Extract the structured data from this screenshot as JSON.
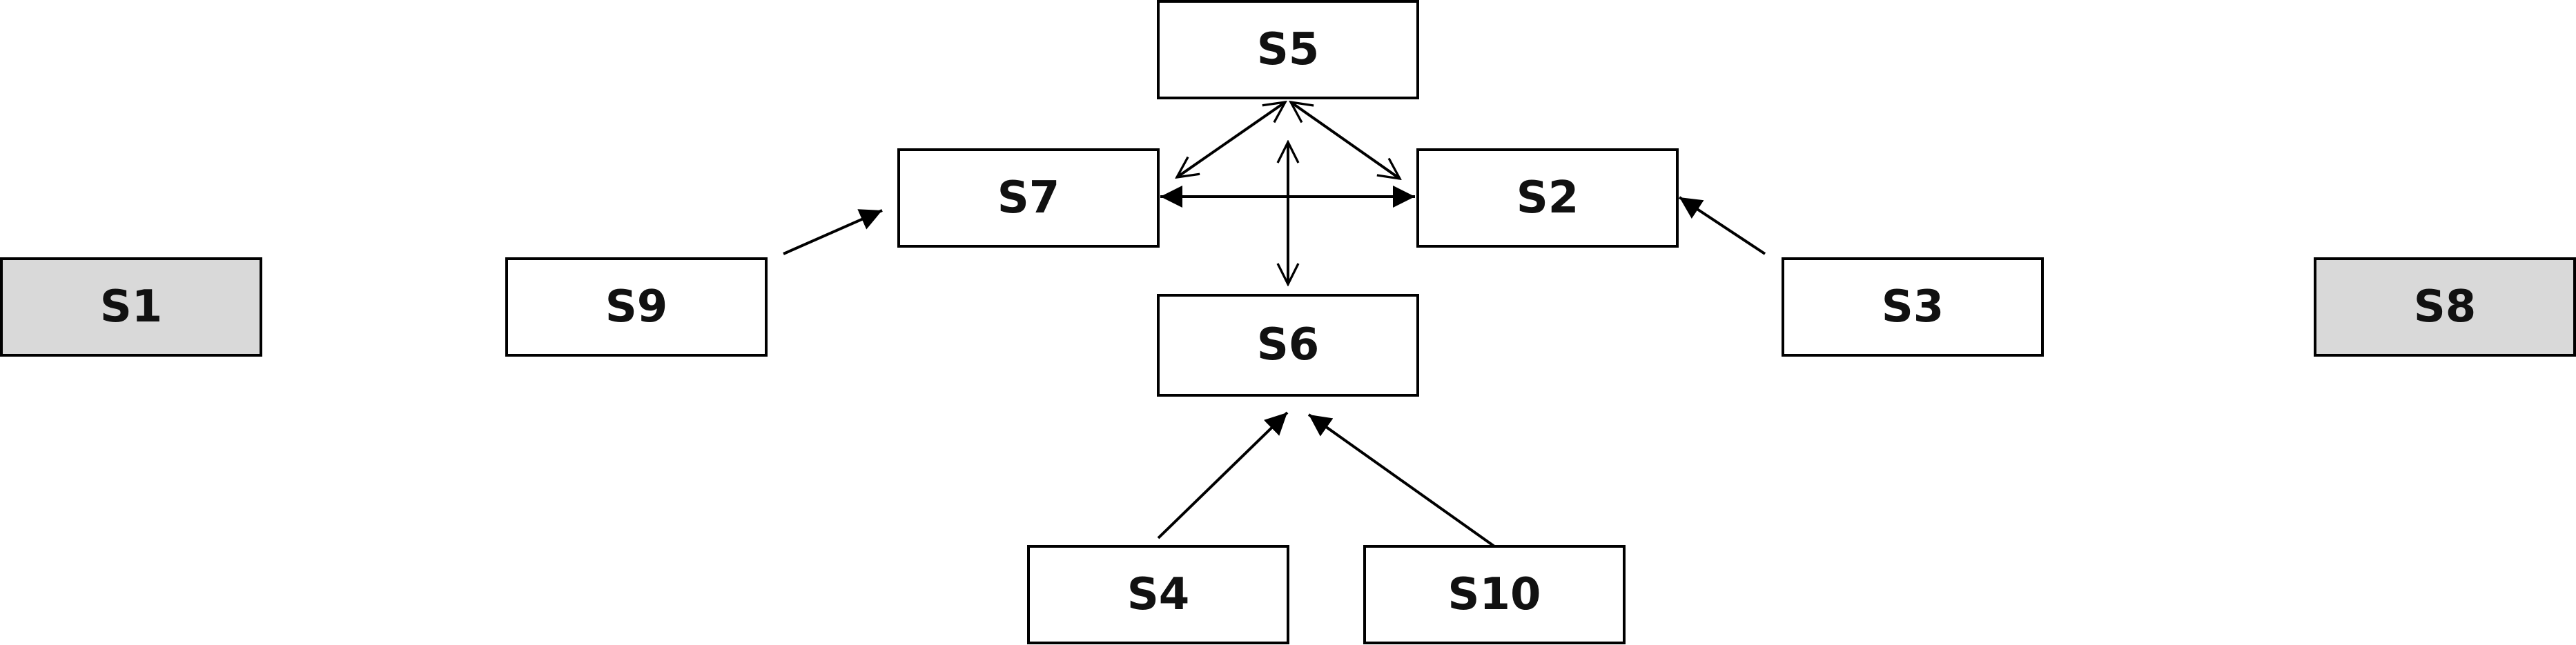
{
  "colors": {
    "background": "#ffffff",
    "node_fill": "#ffffff",
    "node_fill_highlight": "#d9d9d9",
    "stroke": "#000000",
    "text": "#111111"
  },
  "nodes": [
    {
      "id": "S5",
      "label": "S5",
      "highlight": false
    },
    {
      "id": "S7",
      "label": "S7",
      "highlight": false
    },
    {
      "id": "S2",
      "label": "S2",
      "highlight": false
    },
    {
      "id": "S1",
      "label": "S1",
      "highlight": true
    },
    {
      "id": "S9",
      "label": "S9",
      "highlight": false
    },
    {
      "id": "S6",
      "label": "S6",
      "highlight": false
    },
    {
      "id": "S3",
      "label": "S3",
      "highlight": false
    },
    {
      "id": "S8",
      "label": "S8",
      "highlight": true
    },
    {
      "id": "S4",
      "label": "S4",
      "highlight": false
    },
    {
      "id": "S10",
      "label": "S10",
      "highlight": false
    }
  ],
  "edges": [
    {
      "from": "S5",
      "to": "S7",
      "style": "open",
      "both": true
    },
    {
      "from": "S5",
      "to": "S2",
      "style": "open",
      "both": true
    },
    {
      "from": "S5",
      "to": "S6",
      "style": "open",
      "both": true
    },
    {
      "from": "S7",
      "to": "S2",
      "style": "filled",
      "both": true
    },
    {
      "from": "S9",
      "to": "S7",
      "style": "filled",
      "both": false
    },
    {
      "from": "S3",
      "to": "S2",
      "style": "filled",
      "both": false
    },
    {
      "from": "S4",
      "to": "S6",
      "style": "filled",
      "both": false
    },
    {
      "from": "S10",
      "to": "S6",
      "style": "filled",
      "both": false
    }
  ]
}
